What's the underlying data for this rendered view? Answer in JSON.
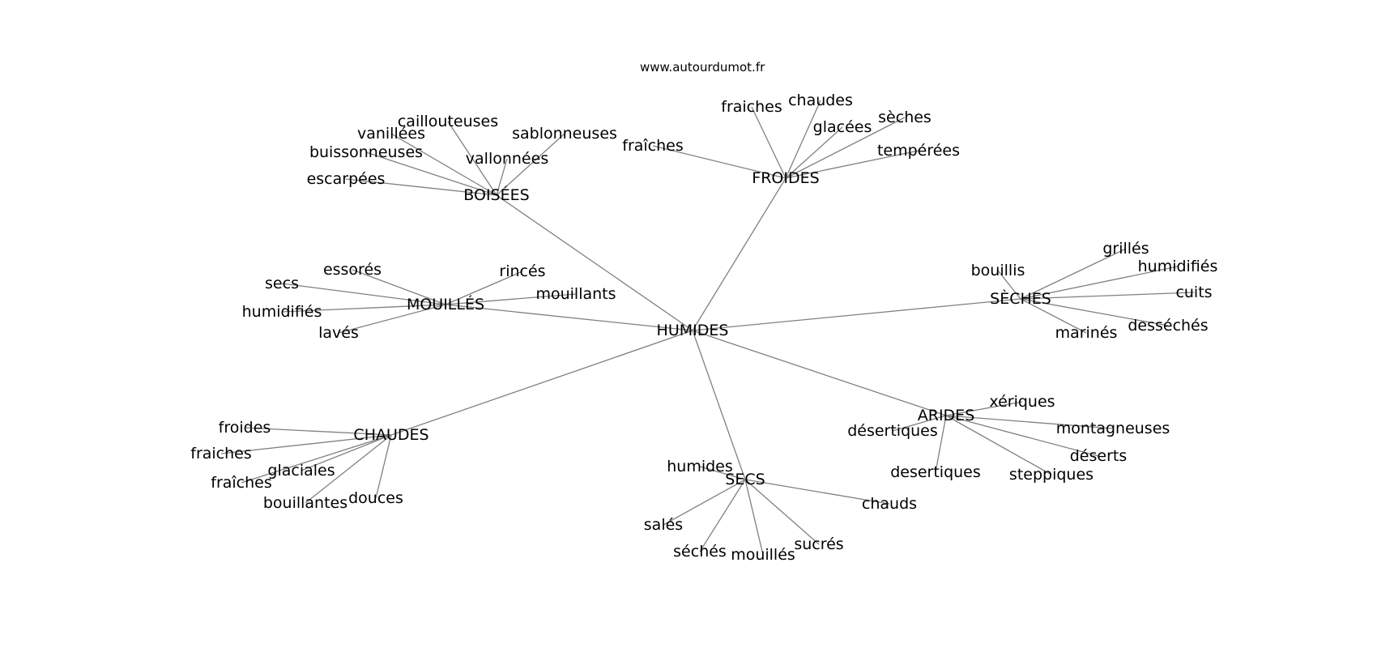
{
  "site_url": "www.autourdumot.fr",
  "colors": {
    "edge": "#808080",
    "text": "#000000",
    "background": "#ffffff"
  },
  "graph": {
    "center": "HUMIDES",
    "clusters": [
      {
        "label": "BOISÉES",
        "words": [
          "caillouteuses",
          "vanillées",
          "sablonneuses",
          "buissonneuses",
          "vallonnées",
          "escarpées"
        ]
      },
      {
        "label": "FROIDES",
        "words": [
          "fraiches",
          "chaudes",
          "glacées",
          "sèches",
          "fraîches",
          "tempérées"
        ]
      },
      {
        "label": "MOUILLÉS",
        "words": [
          "essorés",
          "rincés",
          "secs",
          "mouillants",
          "humidifiés",
          "lavés"
        ]
      },
      {
        "label": "SÈCHES",
        "words": [
          "grillés",
          "bouillis",
          "humidifiés",
          "cuits",
          "desséchés",
          "marinés"
        ]
      },
      {
        "label": "ARIDES",
        "words": [
          "xériques",
          "désertiques",
          "montagneuses",
          "déserts",
          "desertiques",
          "steppiques"
        ]
      },
      {
        "label": "CHAUDES",
        "words": [
          "froides",
          "fraiches",
          "glaciales",
          "fraîches",
          "bouillantes",
          "douces"
        ]
      },
      {
        "label": "SECS",
        "words": [
          "humides",
          "chauds",
          "salés",
          "sucrés",
          "séchés",
          "mouillés"
        ]
      }
    ]
  }
}
